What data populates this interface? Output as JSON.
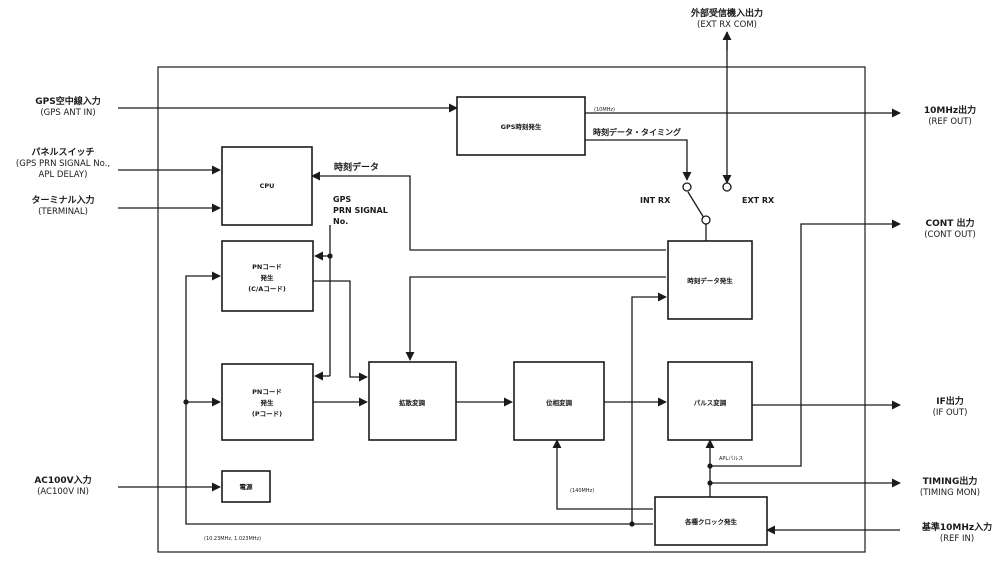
{
  "blocks": {
    "gps_timing": "GPS時刻発生",
    "cpu": "CPU",
    "pn_ca": [
      "PNコード",
      "発生",
      "(C/Aコード)"
    ],
    "pn_p": [
      "PNコード",
      "発生",
      "(Pコード)"
    ],
    "spread_mod": "拡散変調",
    "phase_mod": "位相変調",
    "pulse_mod": "パルス変調",
    "time_data_gen": "時刻データ発生",
    "clock_gen": "各種クロック発生",
    "power": "電源"
  },
  "inputs": {
    "gps_ant": [
      "GPS空中線入力",
      "(GPS ANT IN)"
    ],
    "panel_switch": [
      "パネルスイッチ",
      "(GPS PRN SIGNAL No.,",
      "APL DELAY)"
    ],
    "terminal": [
      "ターミナル入力",
      "(TERMINAL)"
    ],
    "ac100v": [
      "AC100V入力",
      "(AC100V IN)"
    ],
    "ext_rx": [
      "外部受信機入出力",
      "(EXT RX COM)"
    ],
    "ref_in": [
      "基準10MHz入力",
      "(REF IN)"
    ]
  },
  "outputs": {
    "ref_out": [
      "10MHz出力",
      "(REF OUT)"
    ],
    "cont_out": [
      "CONT 出力",
      "(CONT OUT)"
    ],
    "if_out": [
      "IF出力",
      "(IF OUT)"
    ],
    "timing_mon": [
      "TIMING出力",
      "(TIMING MON)"
    ]
  },
  "signals": {
    "time_data": "時刻データ",
    "time_data_timing": "時刻データ・タイミング",
    "gps_prn": [
      "GPS",
      "PRN SIGNAL",
      "No."
    ],
    "int_rx": "INT RX",
    "ext_rx_sw": "EXT RX",
    "f_10mhz": "(10MHz)",
    "f_140mhz": "(140MHz)",
    "apl_pulse": "APLパルス",
    "clock_freqs": "(10.23MHz, 1.023MHz)"
  }
}
